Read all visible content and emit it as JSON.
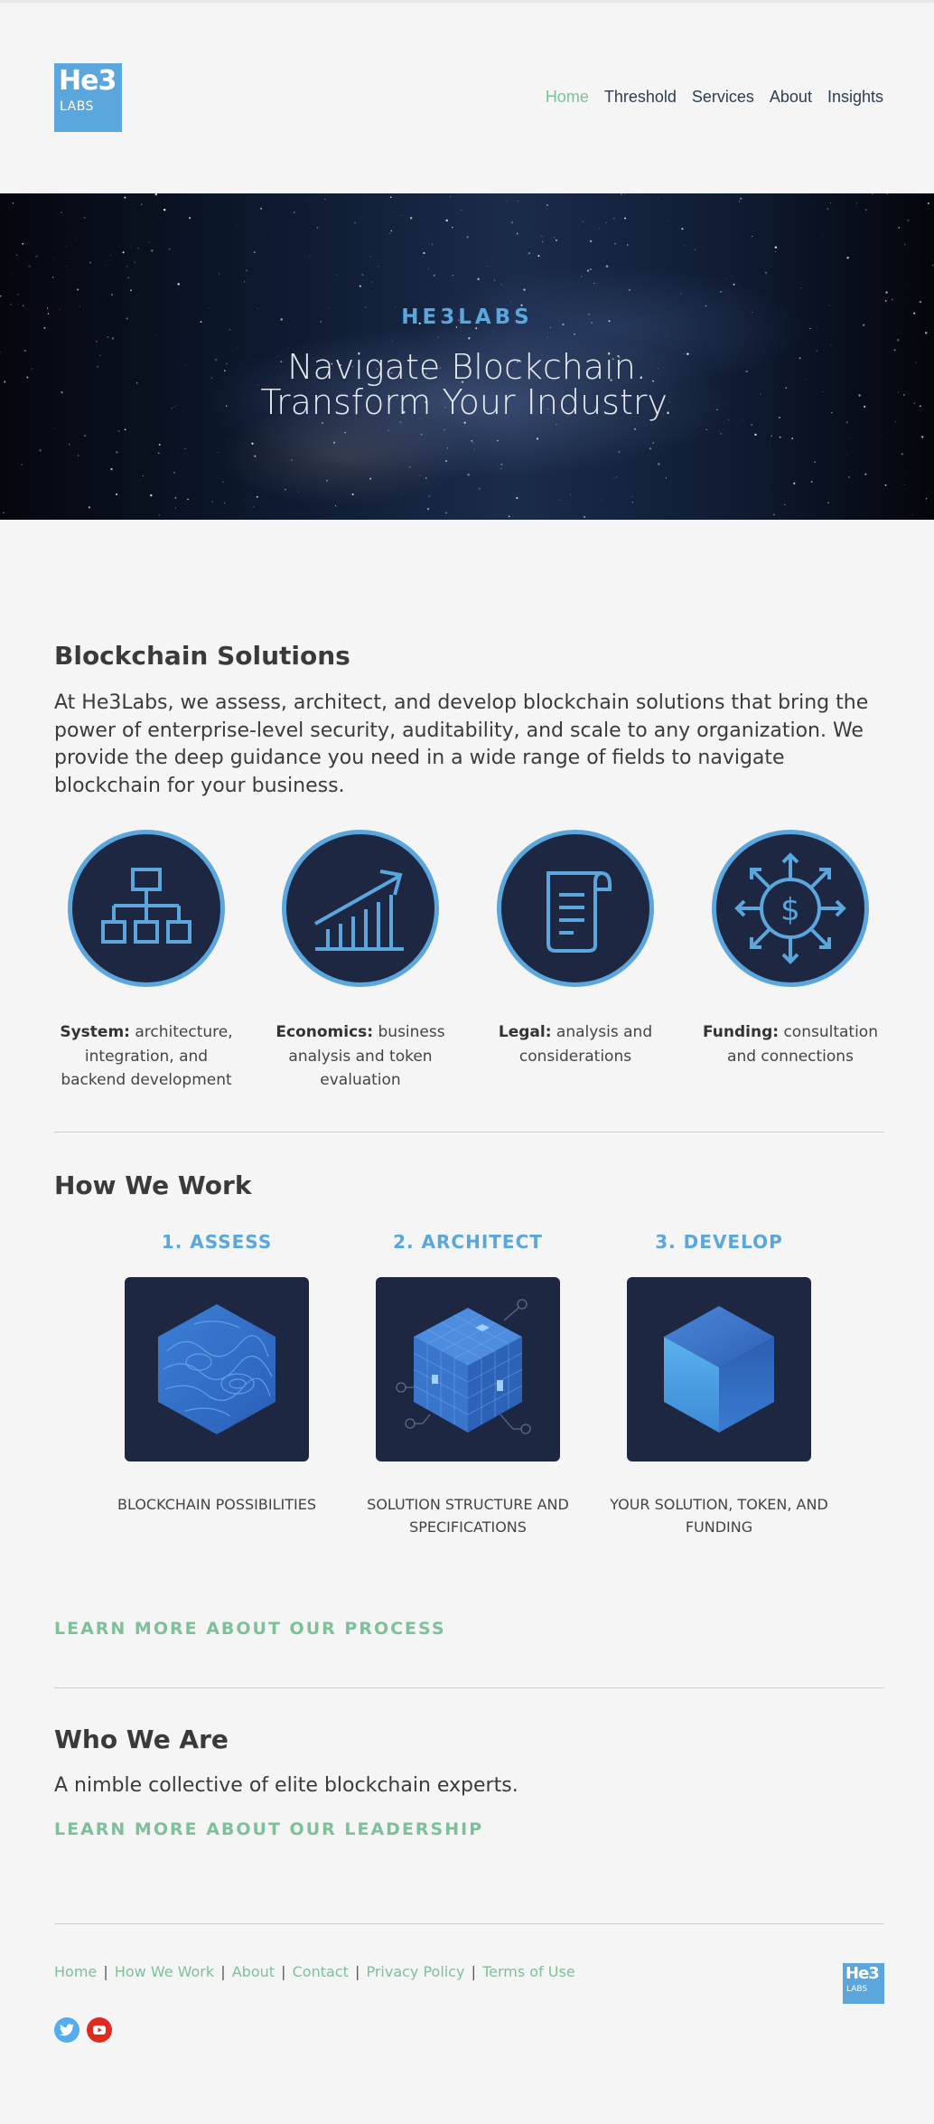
{
  "header": {
    "logo_main": "He3",
    "logo_sub": "LABS",
    "nav": [
      {
        "label": "Home",
        "active": true
      },
      {
        "label": "Threshold",
        "active": false
      },
      {
        "label": "Services",
        "active": false
      },
      {
        "label": "About",
        "active": false
      },
      {
        "label": "Insights",
        "active": false
      }
    ]
  },
  "hero": {
    "brand": "HE3LABS",
    "line1": "Navigate Blockchain.",
    "line2": "Transform Your Industry."
  },
  "solutions": {
    "title": "Blockchain Solutions",
    "lead": "At He3Labs, we assess, architect, and develop blockchain solutions that bring the power of enterprise-level security, auditability, and scale to any organization. We provide the deep guidance you need in a wide range of fields to navigate blockchain for your business.",
    "items": [
      {
        "icon": "hierarchy-icon",
        "bold": "System:",
        "text": " architecture, integration, and backend development"
      },
      {
        "icon": "growth-chart-icon",
        "bold": "Economics:",
        "text": " business analysis and token evaluation"
      },
      {
        "icon": "document-scroll-icon",
        "bold": "Legal:",
        "text": " analysis and considerations"
      },
      {
        "icon": "dollar-network-icon",
        "bold": "Funding:",
        "text": " consultation and connections"
      }
    ]
  },
  "how": {
    "title": "How We Work",
    "steps": [
      {
        "title": "1. ASSESS",
        "caption": "Blockchain possibilities",
        "icon": "topographic-hexagon-icon"
      },
      {
        "title": "2. ARCHITECT",
        "caption": "Solution structure and specifications",
        "icon": "grid-cube-icon"
      },
      {
        "title": "3. DEVELOP",
        "caption": "Your solution, token, and funding",
        "icon": "solid-cube-icon"
      }
    ],
    "cta": "LEARN MORE ABOUT OUR PROCESS"
  },
  "who": {
    "title": "Who We Are",
    "lead": "A nimble collective of elite blockchain experts.",
    "cta": "LEARN MORE ABOUT OUR LEADERSHIP"
  },
  "footer": {
    "links": [
      "Home",
      "How We Work",
      "About",
      "Contact",
      "Privacy Policy",
      "Terms of Use"
    ],
    "separator": "|",
    "logo_main": "He3",
    "logo_sub": "LABS",
    "social": [
      "twitter-icon",
      "youtube-icon"
    ]
  },
  "colors": {
    "accent_blue": "#5aa6dd",
    "accent_green": "#7ec09a",
    "navy": "#1d2742",
    "background": "#f5f5f5"
  }
}
